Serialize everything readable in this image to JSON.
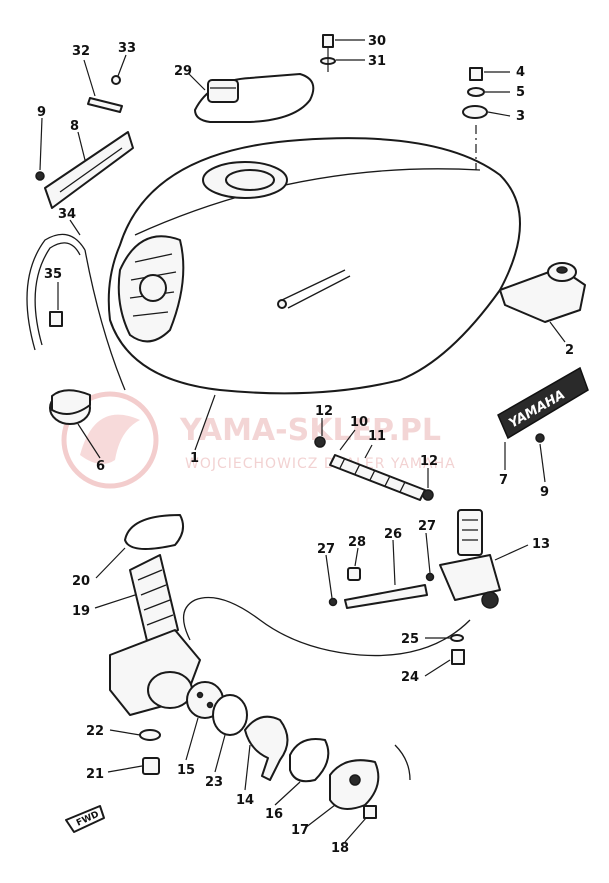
{
  "watermark": {
    "main": "YAMA-SKLEP.PL",
    "sub": "WOJCIECHOWICZ DEALER YAMAHA",
    "color": "#e8a0a0"
  },
  "emblem_text": "YAMAHA",
  "fwd_label": "FWD",
  "callouts": {
    "c1": "1",
    "c2": "2",
    "c3": "3",
    "c4": "4",
    "c5": "5",
    "c6": "6",
    "c7": "7",
    "c8": "8",
    "c9a": "9",
    "c9b": "9",
    "c10": "10",
    "c11": "11",
    "c12a": "12",
    "c12b": "12",
    "c13": "13",
    "c14": "14",
    "c15": "15",
    "c16": "16",
    "c17": "17",
    "c18": "18",
    "c19": "19",
    "c20": "20",
    "c21": "21",
    "c22": "22",
    "c23": "23",
    "c24": "24",
    "c25": "25",
    "c26": "26",
    "c27a": "27",
    "c27b": "27",
    "c28": "28",
    "c29": "29",
    "c30": "30",
    "c31": "31",
    "c32": "32",
    "c33": "33",
    "c34": "34",
    "c35": "35"
  }
}
